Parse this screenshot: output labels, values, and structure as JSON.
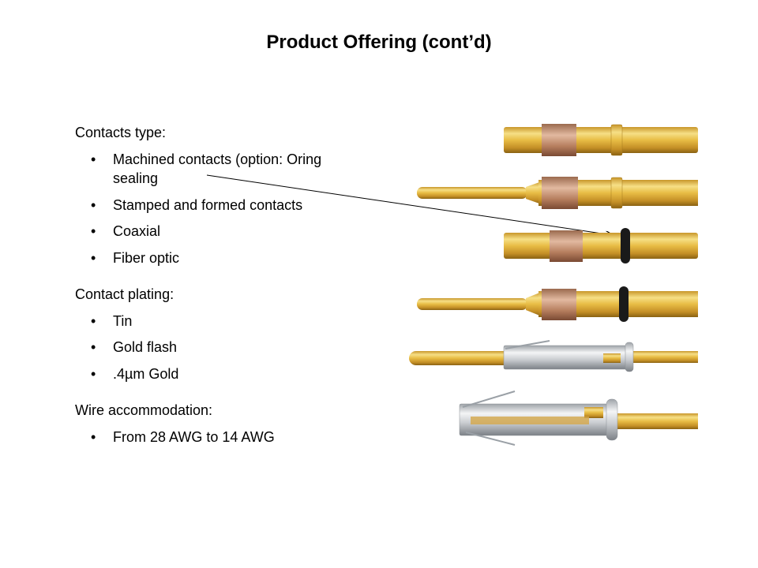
{
  "slide": {
    "title": "Product Offering (cont’d)"
  },
  "sections": [
    {
      "heading": "Contacts type:",
      "items": [
        "Machined contacts (option: Oring sealing",
        "Stamped and formed contacts",
        "Coaxial",
        "Fiber optic"
      ]
    },
    {
      "heading": "Contact plating:",
      "items": [
        "Tin",
        "Gold flash",
        ".4µm Gold"
      ]
    },
    {
      "heading": "Wire accommodation:",
      "items": [
        "From 28 AWG to 14 AWG"
      ]
    }
  ],
  "bullet_char": "•",
  "images": [
    "machined-socket-contact",
    "machined-pin-contact",
    "machined-socket-contact-oring",
    "machined-pin-contact-oring",
    "stamped-pin-contact",
    "stamped-socket-contact"
  ]
}
